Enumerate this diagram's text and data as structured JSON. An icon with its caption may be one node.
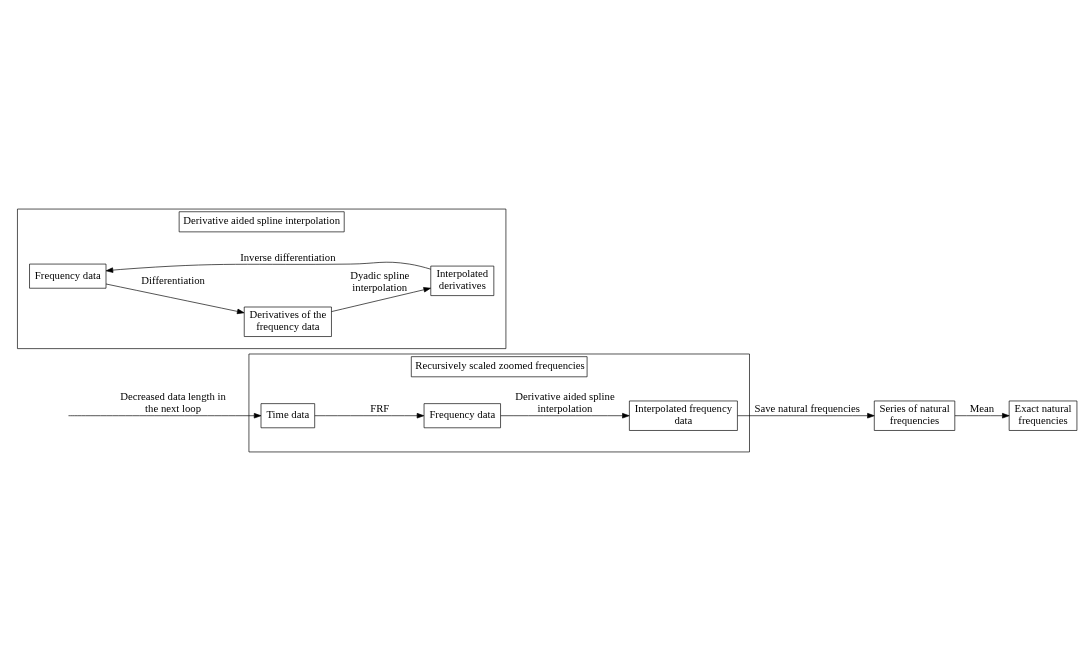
{
  "diagram": {
    "nodes": [
      {
        "text": [
          "Recursively scaled zoomed frequencies"
        ]
      },
      {
        "text": [
          "Time data"
        ],
        "in": 0
      },
      {
        "text": [
          "Frequency data"
        ],
        "in": 0
      },
      {
        "text": [
          "Interpolated frequency data"
        ],
        "in": 0
      },
      {
        "text": [
          "Series of natural frequencies"
        ]
      },
      {
        "text": [
          "Exact natural frequencies"
        ]
      },
      {
        "text": [
          "Derivative aided spline interpolation"
        ]
      },
      {
        "text": [
          "Frequency data"
        ],
        "in": 6
      },
      {
        "text": [
          "Derivatives of the frequency data"
        ],
        "in": 6
      },
      {
        "text": [
          "Interpolated derivatives"
        ],
        "in": 6
      }
    ],
    "edges": [
      {
        "from": 1,
        "to": 2,
        "arrow": "to",
        "label": "FRF"
      },
      {
        "from": 2,
        "to": 3,
        "arrow": "to",
        "label": "Derivative aided spline interpolation"
      },
      {
        "from": 3,
        "to": 4,
        "arrow": "to",
        "label": "Save natural frequencies"
      },
      {
        "from": 4,
        "to": 5,
        "arrow": "to",
        "label": "Mean"
      },
      {
        "from": null,
        "to": 1,
        "arrow": "to",
        "label": "Decreased data length in the next loop"
      },
      {
        "from": 7,
        "to": 8,
        "arrow": "to",
        "label": "Differentiation"
      },
      {
        "from": 8,
        "to": 9,
        "arrow": "to",
        "label": "Dyadic spline interpolation"
      },
      {
        "from": 9,
        "to": 7,
        "arrow": "to",
        "label": "Inverse differentiation"
      }
    ]
  }
}
